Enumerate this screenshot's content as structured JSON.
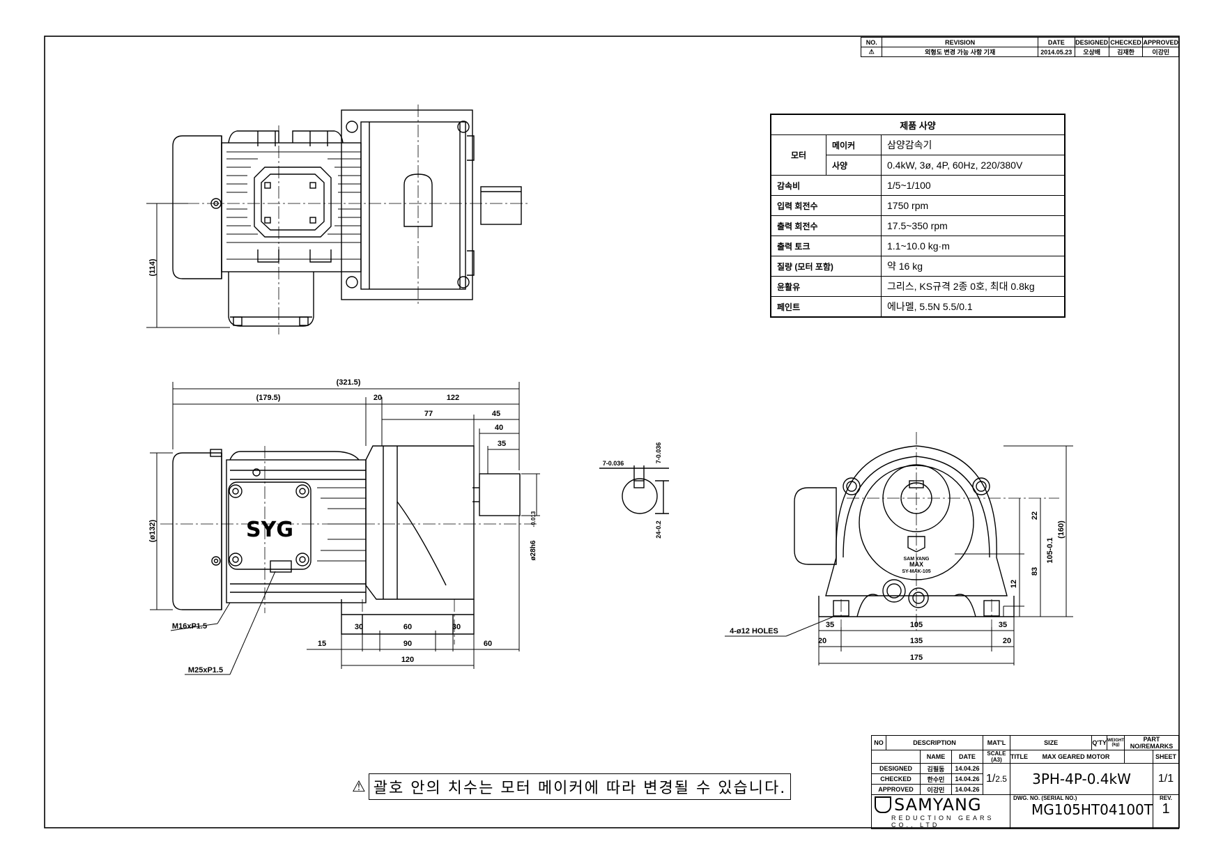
{
  "revision": {
    "headers": [
      "NO.",
      "REVISION",
      "DATE",
      "DESIGNED",
      "CHECKED",
      "APPROVED"
    ],
    "row": {
      "no": "⚠",
      "revision": "외형도 변경 가능 사항 기재",
      "date": "2014.05.23",
      "designed": "오상배",
      "checked": "김재한",
      "approved": "이강민"
    }
  },
  "spec": {
    "title": "제품 사양",
    "motor_label": "모터",
    "maker_label": "메이커",
    "maker_value": "삼양감속기",
    "spec_label": "사양",
    "spec_value": "0.4kW, 3ø, 4P, 60Hz, 220/380V",
    "rows": [
      {
        "label": "감속비",
        "value": "1/5~1/100"
      },
      {
        "label": "입력 회전수",
        "value": "1750 rpm"
      },
      {
        "label": "출력 회전수",
        "value": "17.5~350 rpm"
      },
      {
        "label": "출력 토크",
        "value": "1.1~10.0 kg·m"
      },
      {
        "label": "질량 (모터 포함)",
        "value": "약 16 kg"
      },
      {
        "label": "윤활유",
        "value": "그리스, KS규격 2종 0호, 최대 0.8kg"
      },
      {
        "label": "페인트",
        "value": "에나멜, 5.5N 5.5/0.1"
      }
    ]
  },
  "dimensions": {
    "top_114": "(114)",
    "d321": "(321.5)",
    "d179": "(179.5)",
    "d20": "20",
    "d122": "122",
    "d77": "77",
    "d45": "45",
    "d40": "40",
    "d35": "35",
    "d132": "(ø132)",
    "d28": "ø28h6",
    "d28tol": "-0.013",
    "m16": "M16xP1.5",
    "m25": "M25xP1.5",
    "b30a": "30",
    "b60": "60",
    "b30b": "30",
    "b15": "15",
    "b90": "90",
    "b60r": "60",
    "b120": "120",
    "key7a": "7-0.036",
    "key7b": "7-0.036",
    "key24": "24-0.2",
    "holes": "4-ø12 HOLES",
    "r35a": "35",
    "r105": "105",
    "r35b": "35",
    "r20a": "20",
    "r135": "135",
    "r20b": "20",
    "r175": "175",
    "r22": "22",
    "r83": "83",
    "r12": "12",
    "r105v": "105-0.1",
    "r160": "(160)"
  },
  "motor_logo": "SYG",
  "plate": [
    "SAM YANG",
    "MAX",
    "SY-MAK-105"
  ],
  "notice": {
    "icon": "⚠",
    "text": "괄호 안의 치수는 모터 메이커에 따라 변경될 수 있습니다."
  },
  "title_block": {
    "h_no": "NO",
    "h_desc": "DESCRIPTION",
    "h_matl": "MAT'L",
    "h_size": "SIZE",
    "h_qty": "Q'TY",
    "h_weight": "WEIGHT (kg)",
    "h_part": "PART NO/REMARKS",
    "h_name": "NAME",
    "h_date": "DATE",
    "h_scale": "SCALE (A3)",
    "h_title": "TITLE",
    "title_value": "MAX GEARED MOTOR",
    "h_sheet": "SHEET",
    "designed": {
      "role": "DESIGNED",
      "name": "김필동",
      "date": "14.04.26"
    },
    "checked": {
      "role": "CHECKED",
      "name": "한수민",
      "date": "14.04.26"
    },
    "approved": {
      "role": "APPROVED",
      "name": "이강민",
      "date": "14.04.26"
    },
    "scale_num": "1",
    "scale_den": "2.5",
    "model": "3PH-4P-0.4kW",
    "sheet_num": "1",
    "sheet_den": "1",
    "company": "SAMYANG",
    "company_sub": "REDUCTION GEARS CO., LTD",
    "dwg_label": "DWG. NO. (SERIAL NO.)",
    "dwg_no": "MG105HT04100T",
    "rev_label": "REV.",
    "rev_value": "1"
  }
}
